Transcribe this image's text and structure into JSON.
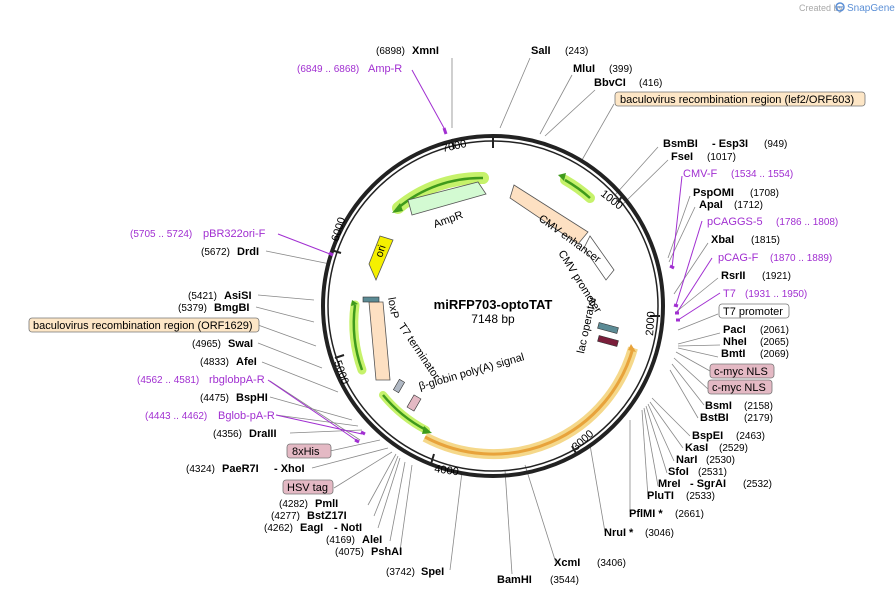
{
  "watermark": {
    "prefix": "Created by",
    "brand": "SnapGene"
  },
  "plasmid": {
    "name": "miRFP703-optoTAT",
    "length": "7148 bp"
  },
  "ticks": [
    "1000",
    "2000",
    "3000",
    "4000",
    "5000",
    "6000",
    "7000"
  ],
  "enzymes": [
    {
      "name": "XmnI",
      "pos": "(6898)"
    },
    {
      "name": "SalI",
      "pos": "(243)"
    },
    {
      "name": "MluI",
      "pos": "(399)"
    },
    {
      "name": "BbvCI",
      "pos": "(416)"
    },
    {
      "name": "BsmBI",
      "pos": ""
    },
    {
      "name": "- Esp3I",
      "pos": "(949)"
    },
    {
      "name": "FseI",
      "pos": "(1017)"
    },
    {
      "name": "PspOMI",
      "pos": "(1708)"
    },
    {
      "name": "ApaI",
      "pos": "(1712)"
    },
    {
      "name": "XbaI",
      "pos": "(1815)"
    },
    {
      "name": "RsrII",
      "pos": "(1921)"
    },
    {
      "name": "PacI",
      "pos": "(2061)"
    },
    {
      "name": "NheI",
      "pos": "(2065)"
    },
    {
      "name": "BmtI",
      "pos": "(2069)"
    },
    {
      "name": "BsmI",
      "pos": "(2158)"
    },
    {
      "name": "BstBI",
      "pos": "(2179)"
    },
    {
      "name": "BspEI",
      "pos": "(2463)"
    },
    {
      "name": "KasI",
      "pos": "(2529)"
    },
    {
      "name": "NarI",
      "pos": "(2530)"
    },
    {
      "name": "SfoI",
      "pos": "(2531)"
    },
    {
      "name": "MreI",
      "pos": ""
    },
    {
      "name": "- SgrAI",
      "pos": "(2532)"
    },
    {
      "name": "PluTI",
      "pos": "(2533)"
    },
    {
      "name": "PflMI *",
      "pos": "(2661)"
    },
    {
      "name": "NruI *",
      "pos": "(3046)"
    },
    {
      "name": "XcmI",
      "pos": "(3406)"
    },
    {
      "name": "BamHI",
      "pos": "(3544)"
    },
    {
      "name": "SpeI",
      "pos": "(3742)"
    },
    {
      "name": "PshAI",
      "pos": "(4075)"
    },
    {
      "name": "AleI",
      "pos": "(4169)"
    },
    {
      "name": "EagI",
      "pos": "(4262)"
    },
    {
      "name": "- NotI",
      "pos": ""
    },
    {
      "name": "BstZ17I",
      "pos": "(4277)"
    },
    {
      "name": "PmlI",
      "pos": "(4282)"
    },
    {
      "name": "PaeR7I",
      "pos": "(4324)"
    },
    {
      "name": "- XhoI",
      "pos": ""
    },
    {
      "name": "DraIII",
      "pos": "(4356)"
    },
    {
      "name": "BspHI",
      "pos": "(4475)"
    },
    {
      "name": "AfeI",
      "pos": "(4833)"
    },
    {
      "name": "SwaI",
      "pos": "(4965)"
    },
    {
      "name": "BmgBI",
      "pos": "(5379)"
    },
    {
      "name": "AsiSI",
      "pos": "(5421)"
    },
    {
      "name": "DrdI",
      "pos": "(5672)"
    }
  ],
  "primers": [
    {
      "name": "Amp-R",
      "range": "(6849 .. 6868)"
    },
    {
      "name": "CMV-F",
      "range": "(1534 .. 1554)"
    },
    {
      "name": "pCAGGS-5",
      "range": "(1786 .. 1808)"
    },
    {
      "name": "pCAG-F",
      "range": "(1870 .. 1889)"
    },
    {
      "name": "T7",
      "range": "(1931 .. 1950)"
    },
    {
      "name": "pBR322ori-F",
      "range": "(5705 .. 5724)"
    },
    {
      "name": "rbglobpA-R",
      "range": "(4562 .. 4581)"
    },
    {
      "name": "Bglob-pA-R",
      "range": "(4443 .. 4462)"
    }
  ],
  "boxed_features": {
    "baculo_right": "baculovirus recombination region (lef2/ORF603)",
    "baculo_left": "baculovirus recombination region (ORF1629)",
    "t7_promoter": "T7 promoter",
    "cmyc_nls_1": "c-myc NLS",
    "cmyc_nls_2": "c-myc NLS",
    "his_tag": "8xHis",
    "hsv_tag": "HSV tag"
  },
  "map_features": {
    "ampr": "AmpR",
    "ori": "ori",
    "cmv_enhancer": "CMV enhancer",
    "cmv_promoter": "CMV promoter",
    "lac_operator": "lac operator",
    "loxp": "loxP",
    "t7_terminator": "T7 terminator",
    "bglobin_polya": "β-globin poly(A) signal"
  },
  "colors": {
    "backbone": "#222222",
    "primer": "#a12fd1",
    "green_arrow": "#3f9a1c",
    "green_glow": "#c6f26b",
    "ampr_fill": "#d3fad2",
    "ori_fill": "#f5f000",
    "promoter_fill": "#fde0c2",
    "white_feature": "#ffffff",
    "orange_arc": "#e8a33b",
    "tag_fill": "#e4b9c4",
    "baculo_fill": "#fde6c6",
    "watermark": "#5b8fd6"
  }
}
